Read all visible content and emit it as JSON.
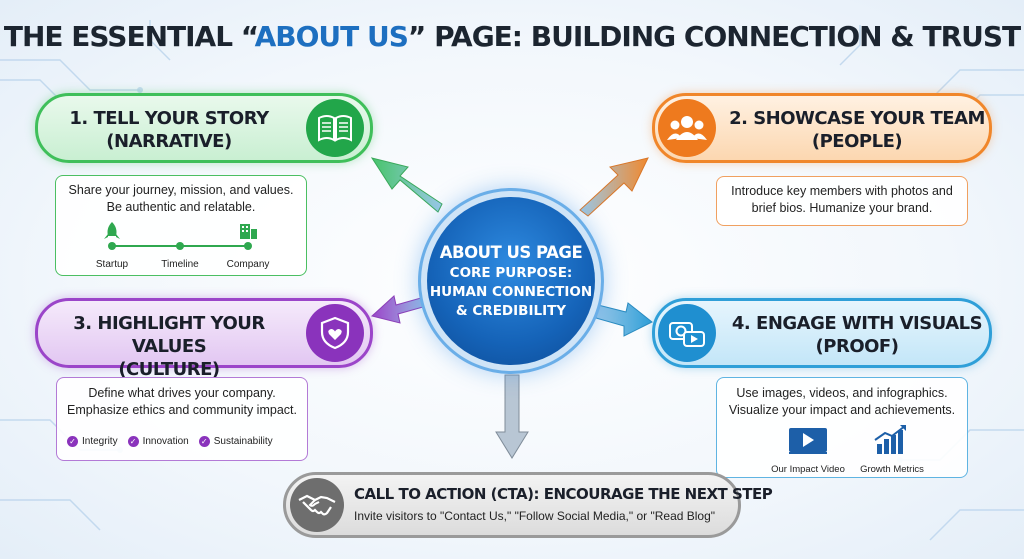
{
  "title": {
    "prefix": "THE ESSENTIAL “",
    "highlight": "ABOUT US",
    "suffix": "” PAGE: BUILDING CONNECTION & TRUST"
  },
  "center": {
    "line1": "ABOUT US PAGE",
    "line2": "CORE PURPOSE:",
    "line3": "HUMAN CONNECTION",
    "line4": "& CREDIBILITY"
  },
  "nodes": [
    {
      "heading1": "1. TELL YOUR STORY",
      "heading2": "(NARRATIVE)",
      "icon": "open-book-icon",
      "text1": "Share your journey, mission, and values.",
      "text2": "Be authentic and relatable.",
      "timeline": [
        "Startup",
        "Timeline",
        "Company"
      ],
      "color": "#3fbf5a"
    },
    {
      "heading1": "2. SHOWCASE YOUR TEAM",
      "heading2": "(PEOPLE)",
      "icon": "team-people-icon",
      "text1": "Introduce key members with photos and",
      "text2": "brief bios. Humanize your brand.",
      "color": "#f0862a"
    },
    {
      "heading1": "3. HIGHLIGHT YOUR VALUES",
      "heading2": "(CULTURE)",
      "icon": "shield-heart-icon",
      "text1": "Define what drives your company.",
      "text2": "Emphasize ethics and community impact.",
      "values": [
        "Integrity",
        "Innovation",
        "Sustainability"
      ],
      "color": "#9b45c9"
    },
    {
      "heading1": "4. ENGAGE WITH VISUALS",
      "heading2": "(PROOF)",
      "icon": "camera-video-icon",
      "text1": "Use images, videos, and infographics.",
      "text2": "Visualize your impact and achievements.",
      "media": [
        "Our Impact Video",
        "Growth Metrics"
      ],
      "color": "#2f9fd8"
    }
  ],
  "cta": {
    "heading": "CALL TO ACTION (CTA): ENCOURAGE THE NEXT STEP",
    "text": "Invite visitors to \"Contact Us,\" \"Follow Social Media,\" or \"Read Blog\"",
    "icon": "handshake-icon"
  }
}
